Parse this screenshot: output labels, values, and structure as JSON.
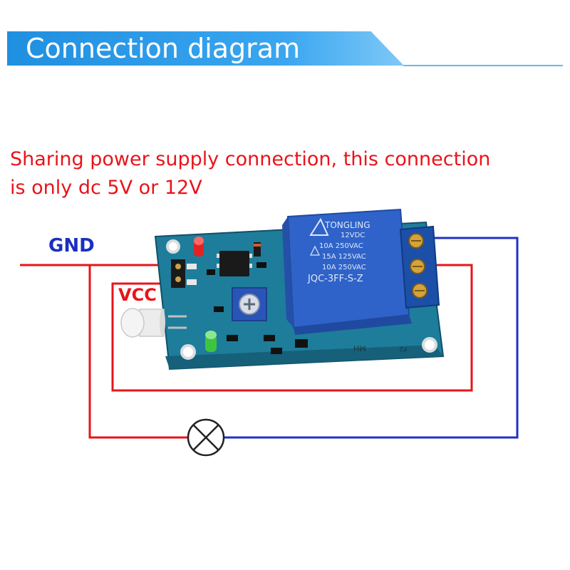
{
  "header": {
    "title": "Connection diagram"
  },
  "note": {
    "line1": "Sharing power supply connection, this connection",
    "line2": "is only dc 5V or 12V"
  },
  "labels": {
    "gnd": "GND",
    "vcc": "VCC"
  },
  "relay": {
    "brand": "TONGLING",
    "line1": "12VDC",
    "line2": "10A 250VAC",
    "line3": "15A 125VAC",
    "line4": "10A 250VAC",
    "model": "JQC-3FF-S-Z"
  },
  "board": {
    "mark": "MH",
    "mark2": "P2"
  },
  "colors": {
    "banner": "#1f8fe0",
    "note_text": "#e8141b",
    "gnd_label": "#1a2fbf",
    "vcc_label": "#e8141b",
    "red_wire": "#e8141b",
    "blue_wire": "#2230c8",
    "pcb": "#1e7d9a",
    "relay": "#2f63c9"
  },
  "icons": {
    "lamp": "lamp-symbol-icon",
    "led_red": "red-led-icon",
    "led_green": "green-led-icon",
    "photodiode": "photo-sensor-icon",
    "potentiometer": "potentiometer-icon",
    "terminal": "screw-terminal-icon"
  }
}
